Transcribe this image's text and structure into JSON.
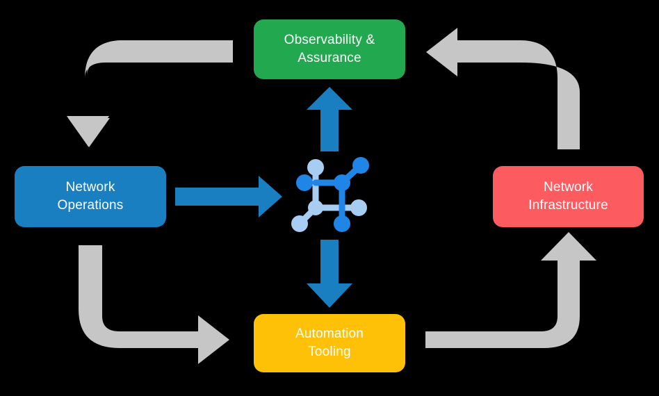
{
  "diagram": {
    "title": "Network automation lifecycle cycle diagram",
    "background_color": "#000000",
    "nodes": [
      {
        "id": "observability",
        "label": "Observability &\nAssurance",
        "color": "#22a94f",
        "text_color": "#ffffff",
        "position": "top"
      },
      {
        "id": "network-operations",
        "label": "Network\nOperations",
        "color": "#1a7fc1",
        "text_color": "#ffffff",
        "position": "left"
      },
      {
        "id": "network-infrastructure",
        "label": "Network\nInfrastructure",
        "color": "#fc5c60",
        "text_color": "#ffffff",
        "position": "right"
      },
      {
        "id": "automation-tooling",
        "label": "Automation\nTooling",
        "color": "#ffc107",
        "text_color": "#ffffff",
        "position": "bottom"
      }
    ],
    "center_icon": {
      "name": "network-topology-icon",
      "node_color_dark": "#1a7fc1",
      "node_color_light": "#a8cdf2",
      "accent_color": "#2e90e5"
    },
    "connector_arrows": {
      "blue_color": "#1a7fc1",
      "gray_color": "#c6c6c6",
      "items": [
        {
          "id": "arrow-center-to-observability",
          "from": "center",
          "to": "observability",
          "direction": "up",
          "style": "blue"
        },
        {
          "id": "arrow-operations-to-center",
          "from": "network-operations",
          "to": "center",
          "direction": "right",
          "style": "blue"
        },
        {
          "id": "arrow-center-to-automation",
          "from": "center",
          "to": "automation-tooling",
          "direction": "down",
          "style": "blue"
        },
        {
          "id": "arrow-observability-to-operations",
          "from": "observability",
          "to": "network-operations",
          "direction": "left-down",
          "style": "gray"
        },
        {
          "id": "arrow-operations-to-automation",
          "from": "network-operations",
          "to": "automation-tooling",
          "direction": "down-right",
          "style": "gray"
        },
        {
          "id": "arrow-automation-to-infrastructure",
          "from": "automation-tooling",
          "to": "network-infrastructure",
          "direction": "right-up",
          "style": "gray"
        },
        {
          "id": "arrow-infrastructure-to-observability",
          "from": "network-infrastructure",
          "to": "observability",
          "direction": "up-left",
          "style": "gray"
        }
      ]
    }
  }
}
